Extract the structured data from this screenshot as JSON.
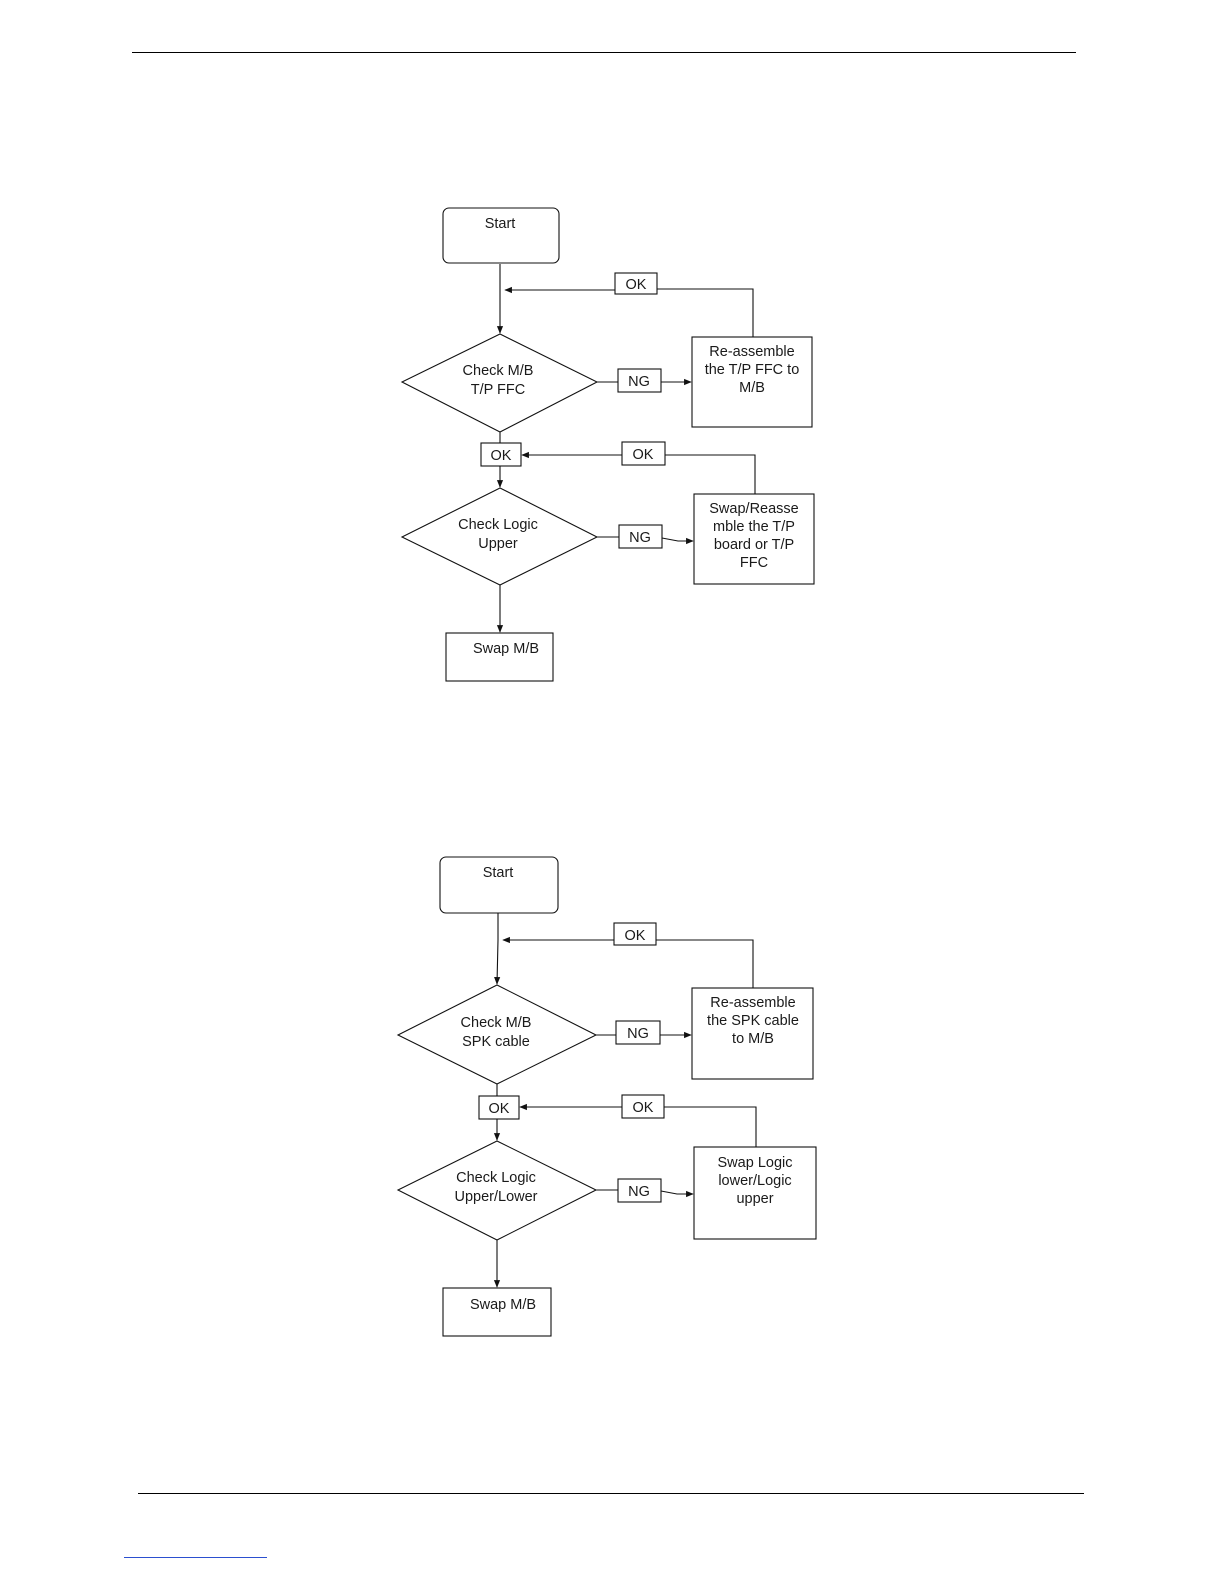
{
  "flowcharts": [
    {
      "start": "Start",
      "check1": [
        "Check M/B",
        "T/P FFC"
      ],
      "fix1": [
        "Re-assemble",
        "the T/P FFC to",
        "M/B"
      ],
      "check2": [
        "Check Logic",
        "Upper"
      ],
      "fix2": [
        "Swap/Reasse",
        "mble the T/P",
        "board or T/P",
        "FFC"
      ],
      "end": "Swap M/B",
      "ok_label": "OK",
      "ng_label": "NG"
    },
    {
      "start": "Start",
      "check1": [
        "Check M/B",
        "SPK cable"
      ],
      "fix1": [
        "Re-assemble",
        "the SPK cable",
        "to M/B"
      ],
      "check2": [
        "Check Logic",
        "Upper/Lower"
      ],
      "fix2": [
        "Swap Logic",
        "lower/Logic",
        "upper"
      ],
      "end": "Swap M/B",
      "ok_label": "OK",
      "ng_label": "NG"
    }
  ]
}
